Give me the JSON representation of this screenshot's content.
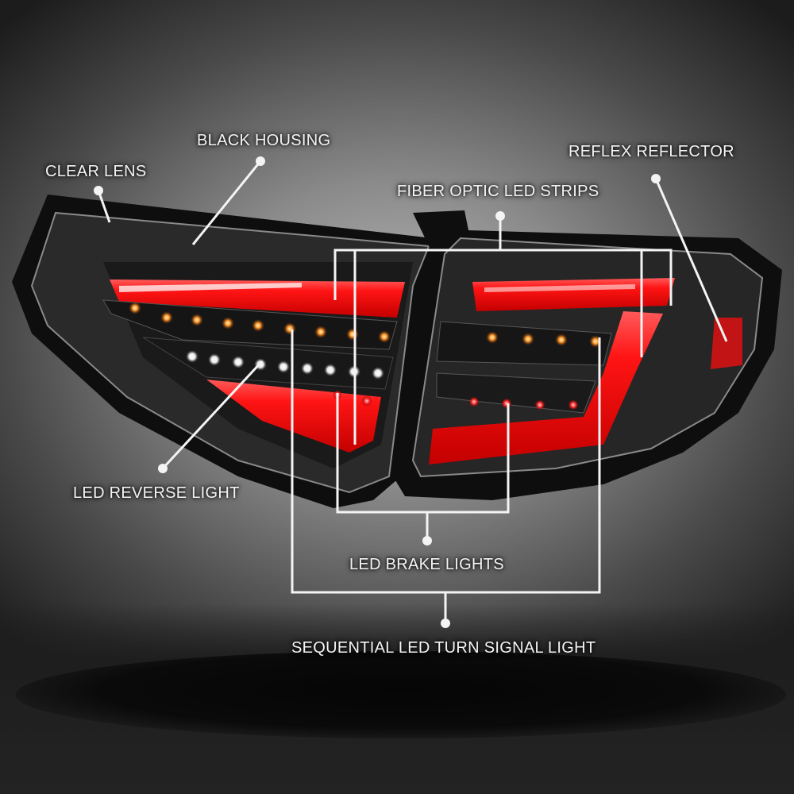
{
  "diagram": {
    "subject": "LED tail light assembly",
    "colors": {
      "lens_red": "#ff1a1a",
      "housing_black": "#141414",
      "amber_led": "#ffb347",
      "white_led": "#ffffff",
      "callout": "#f4f4f4"
    },
    "callouts": [
      {
        "id": "clear-lens",
        "label": "CLEAR LENS"
      },
      {
        "id": "black-housing",
        "label": "BLACK HOUSING"
      },
      {
        "id": "fiber-optic",
        "label": "FIBER OPTIC LED STRIPS"
      },
      {
        "id": "reflex-reflector",
        "label": "REFLEX REFLECTOR"
      },
      {
        "id": "reverse-light",
        "label": "LED REVERSE LIGHT"
      },
      {
        "id": "brake-lights",
        "label": "LED BRAKE LIGHTS"
      },
      {
        "id": "turn-signal",
        "label": "SEQUENTIAL LED TURN SIGNAL LIGHT"
      }
    ]
  }
}
